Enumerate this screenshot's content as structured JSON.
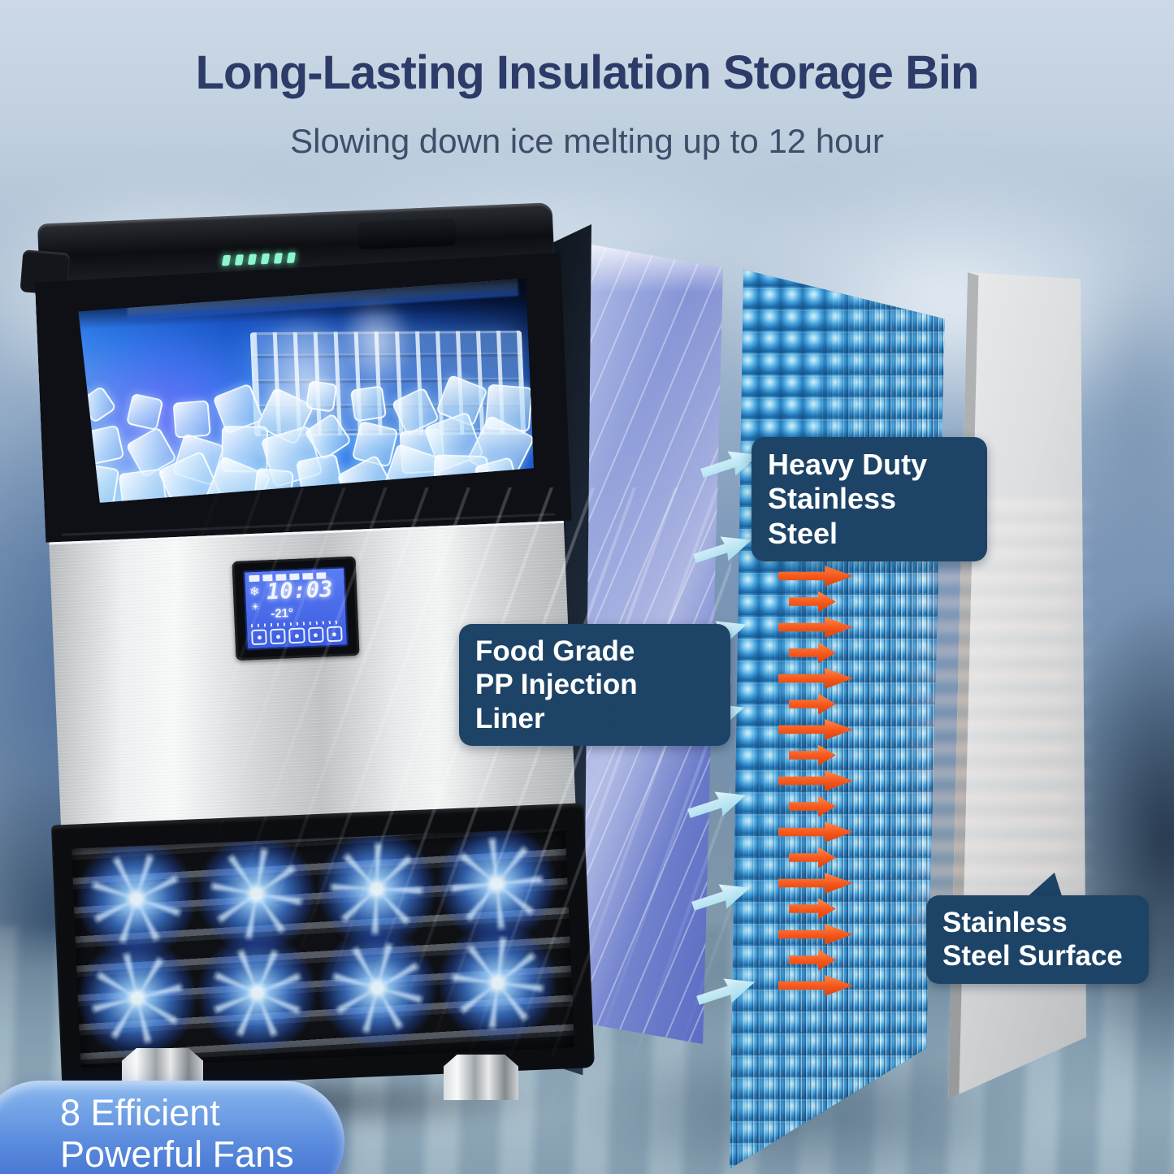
{
  "header": {
    "title": "Long-Lasting Insulation Storage Bin",
    "subtitle": "Slowing down ice melting up to 12 hour"
  },
  "callouts": {
    "heavy_duty": {
      "line1": "Heavy Duty",
      "line2": "Stainless Steel"
    },
    "food_grade": {
      "line1": "Food Grade",
      "line2": "PP Injection Liner"
    },
    "stainless_surface": {
      "line1": "Stainless",
      "line2": "Steel Surface"
    }
  },
  "fan_badge": {
    "line1": "8 Efficient",
    "line2": "Powerful Fans"
  },
  "machine": {
    "display": {
      "time": "10:03",
      "temperature": "-21°"
    }
  },
  "icons": {
    "snowflake": "❄",
    "defrost_sun": "☀"
  },
  "colors": {
    "title_text": "#2c3b68",
    "subtitle_text": "#3f4d6a",
    "callout_bg": "#1d4366",
    "callout_text": "#ffffff",
    "badge_blue_top": "#8ab8ee",
    "badge_blue_bottom": "#3a66cc",
    "heat_arrow_orange": "#f4551a",
    "cold_air_cyan": "#aee4f2",
    "bead_blue": "#47a3dc",
    "pp_liner_lavender": "#7484ce",
    "steel_panel_gray": "#d6d7d8",
    "lcd_blue": "#4a6cf0"
  },
  "decor": {
    "fan_count": 8,
    "heat_arrow_count": 19,
    "cold_air_arrow_count": 7,
    "ice_cube_count": 30,
    "led_count": 6,
    "lcd_tab_count": 6,
    "lcd_button_count": 5
  }
}
